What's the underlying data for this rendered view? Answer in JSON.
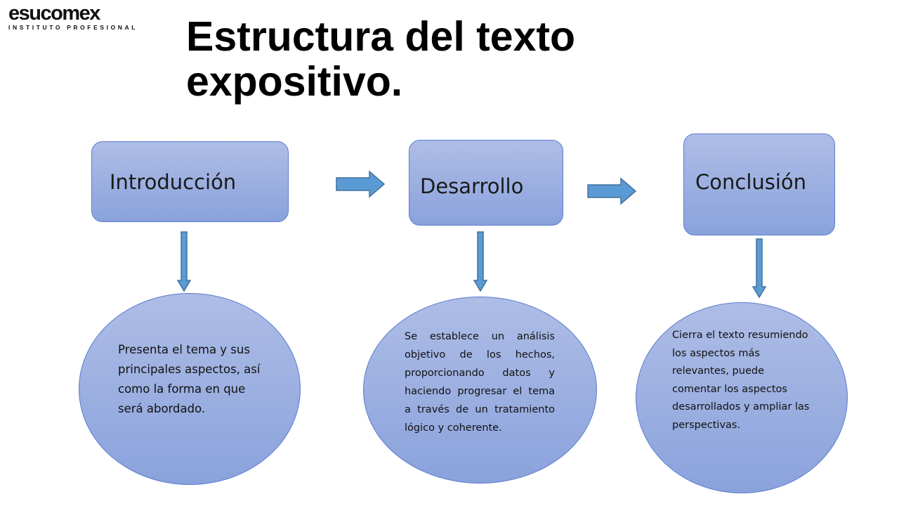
{
  "logo": {
    "name": "esucomex",
    "subtitle": "INSTITUTO PROFESIONAL"
  },
  "title": {
    "line1": "Estructura del texto",
    "line2": "expositivo."
  },
  "colors": {
    "box_top": "#aebde6",
    "box_bottom": "#8aa2dc",
    "border": "#5b7bd0",
    "arrow_fill": "#5b9bd5",
    "arrow_stroke": "#41719c"
  },
  "stages": [
    {
      "label": "Introducción",
      "description": "Presenta el tema y sus principales aspectos, así como la forma en que será abordado."
    },
    {
      "label": "Desarrollo",
      "description": "Se establece un análisis objetivo de los hechos, proporcionando datos y haciendo progresar el tema a través de un tratamiento lógico y coherente."
    },
    {
      "label": "Conclusión",
      "description": "Cierra el texto resumiendo los aspectos más relevantes, puede comentar los aspectos desarrollados y ampliar las perspectivas."
    }
  ]
}
